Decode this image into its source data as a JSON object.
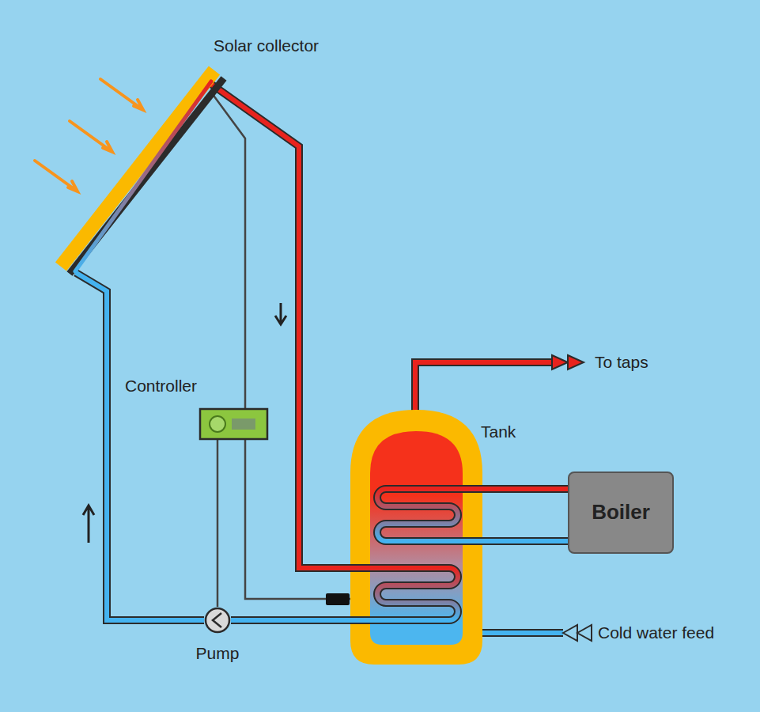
{
  "diagram": {
    "nodes": [
      {
        "text": [
          "Solar collector"
        ]
      },
      {
        "text": [
          "Controller"
        ]
      },
      {
        "text": [
          "Tank"
        ]
      },
      {
        "text": [
          "Boiler"
        ]
      },
      {
        "text": [
          "Pump"
        ]
      }
    ],
    "edges": [
      {
        "from": 0,
        "to": 2,
        "arrow": "none"
      },
      {
        "from": 2,
        "to": 4,
        "arrow": "none"
      },
      {
        "from": 4,
        "to": 0,
        "arrow": "none"
      },
      {
        "from": 3,
        "to": 2,
        "arrow": "none"
      },
      {
        "from": 3,
        "to": 2,
        "arrow": "none"
      },
      {
        "from": 1,
        "to": 4,
        "arrow": "none"
      },
      {
        "from": 1,
        "to": 0,
        "arrow": "none"
      },
      {
        "from": 1,
        "to": 2,
        "arrow": "none"
      }
    ],
    "labels": [
      "To taps",
      "Cold water feed"
    ]
  }
}
